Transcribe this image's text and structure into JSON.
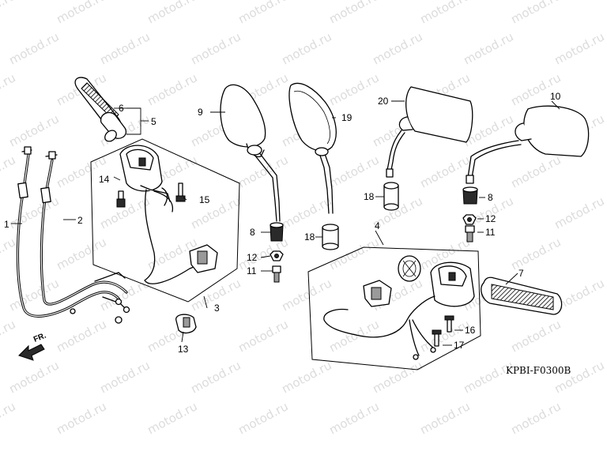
{
  "diagram": {
    "code": "KPBI-F0300B",
    "watermark": "motod.ru",
    "direction_label": "FR.",
    "callouts": [
      "1",
      "2",
      "3",
      "4",
      "5",
      "6",
      "7",
      "8",
      "8",
      "9",
      "10",
      "11",
      "11",
      "12",
      "12",
      "13",
      "14",
      "15",
      "16",
      "17",
      "18",
      "18",
      "19",
      "20"
    ]
  }
}
